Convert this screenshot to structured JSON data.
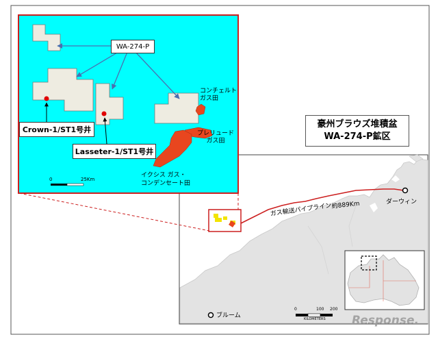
{
  "colors": {
    "inset_background": "#00ffff",
    "inset_border": "#cc1f1f",
    "permit_block_fill": "#eeece1",
    "gas_field_fill": "#e8461f",
    "pipeline": "#cc1f1f",
    "land": "#e3e3e3",
    "sea": "#ffffff"
  },
  "inset": {
    "permit_label": "WA-274-P",
    "crown_label": "Crown-1/ST1号井",
    "lasseter_label": "Lasseter-1/ST1号井",
    "concerto_label_line1": "コンチェルト",
    "concerto_label_line2": "ガス田",
    "prelude_label_line1": "プレリュード",
    "prelude_label_line2": "ガス田",
    "ichthys_label_line1": "イクシス ガス・",
    "ichthys_label_line2": "コンデンセート田",
    "scale_start": "0",
    "scale_end": "25Km"
  },
  "title": {
    "line1": "豪州ブラウズ堆積盆",
    "line2": "WA-274-P鉱区"
  },
  "map": {
    "pipeline_label": "ガス輸送パイプライン",
    "pipeline_length": "約889Km",
    "darwin_label": "ダーウィン",
    "broome_label": "ブルーム",
    "scale_ticks": [
      "0",
      "100",
      "200"
    ],
    "scale_unit": "KILOMETERS"
  },
  "watermark": "Response."
}
